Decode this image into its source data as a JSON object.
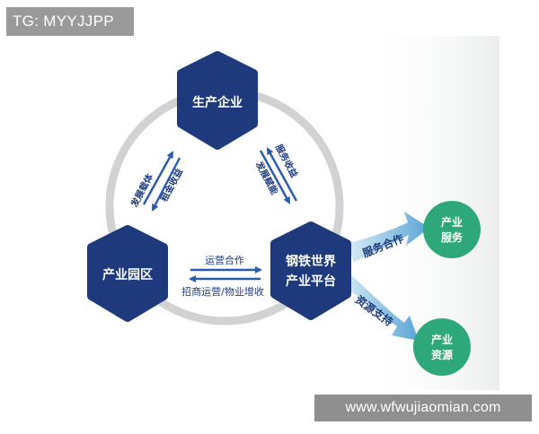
{
  "watermarks": {
    "tag": "TG: MYYJJPP",
    "url": "www.wfwujiaomian.com"
  },
  "nodes": {
    "top": "生产企业",
    "left": "产业园区",
    "right_line1": "钢铁世界",
    "right_line2": "产业平台",
    "service_line1": "产业",
    "service_line2": "服务",
    "resource_line1": "产业",
    "resource_line2": "资源"
  },
  "edges": {
    "top_left_outer": "发展载体",
    "top_left_inner": "租金收益",
    "top_right_outer": "服务收益",
    "top_right_inner": "发展赋能",
    "bottom_upper": "运营合作",
    "bottom_lower": "招商运营/物业增收",
    "to_service": "服务合作",
    "to_resource": "资源支持"
  },
  "colors": {
    "hexagon": "#1e3a7c",
    "circle_node": "#2ea87a",
    "ring": "#d2d2d4",
    "arrow": "#2b5aa8",
    "fan_arrow": "#6aaed8",
    "watermark_box": "#9a9a9a"
  }
}
